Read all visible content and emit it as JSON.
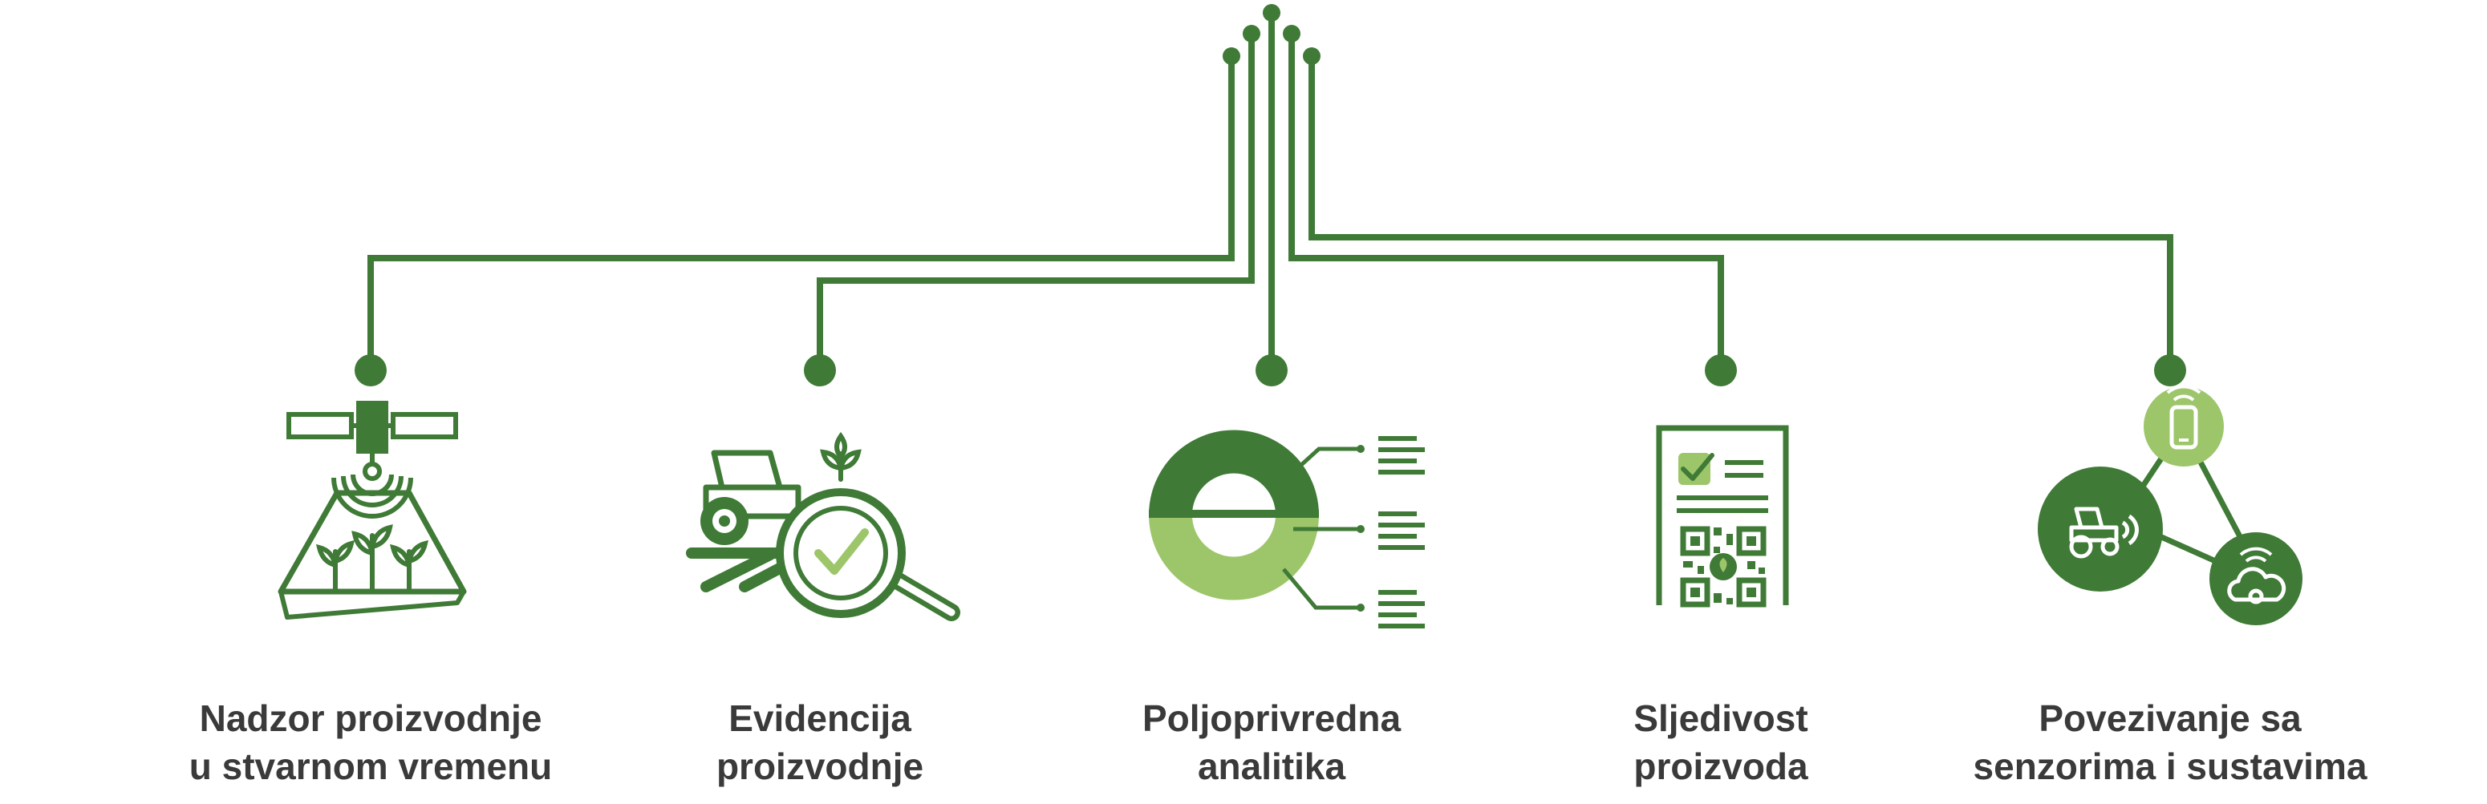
{
  "colors": {
    "dark_green": "#3f7a36",
    "light_green": "#9dc66b",
    "text": "#3a3a3a",
    "background": "#ffffff"
  },
  "items": [
    {
      "id": "monitoring",
      "icon": "satellite-field-icon",
      "line1": "Nadzor proizvodnje",
      "line2": "u stvarnom vremenu"
    },
    {
      "id": "records",
      "icon": "tractor-magnifier-check-icon",
      "line1": "Evidencija",
      "line2": "proizvodnje"
    },
    {
      "id": "analytics",
      "icon": "donut-chart-icon",
      "line1": "Poljoprivredna",
      "line2": "analitika"
    },
    {
      "id": "traceability",
      "icon": "qr-document-icon",
      "line1": "Sljedivost",
      "line2": "proizvoda"
    },
    {
      "id": "connectivity",
      "icon": "sensor-network-icon",
      "line1": "Povezivanje sa",
      "line2": "senzorima i sustavima"
    }
  ]
}
